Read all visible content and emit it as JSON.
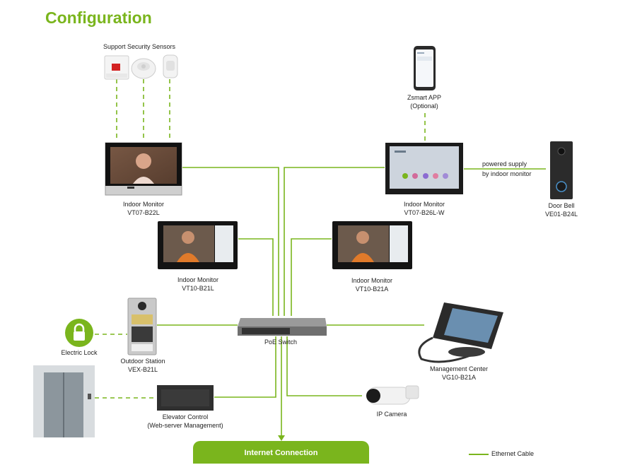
{
  "title": "Configuration",
  "colors": {
    "accent": "#7ab51d",
    "device_dark": "#1b1b1b",
    "device_silver": "#c9c9c9"
  },
  "labels": {
    "sensors": "Support Security Sensors",
    "app_name": "Zsmart APP",
    "app_optional": "(Optional)",
    "monitor_b22l_name": "Indoor Monitor",
    "monitor_b22l_model": "VT07-B22L",
    "monitor_b26l_name": "Indoor Monitor",
    "monitor_b26l_model": "VT07-B26L-W",
    "power_line1": "powered supply",
    "power_line2": "by indoor monitor",
    "doorbell_name": "Door Bell",
    "doorbell_model": "VE01-B24L",
    "monitor_b21l_name": "Indoor Monitor",
    "monitor_b21l_model": "VT10-B21L",
    "monitor_b21a_name": "Indoor Monitor",
    "monitor_b21a_model": "VT10-B21A",
    "electric_lock": "Electric Lock",
    "outdoor_name": "Outdoor Station",
    "outdoor_model": "VEX-B21L",
    "poe_switch": "PoE Switch",
    "mgmt_name": "Management Center",
    "mgmt_model": "VG10-B21A",
    "elevator_name": "Elevator Control",
    "elevator_sub": "(Web-server Management)",
    "ip_camera": "IP Camera",
    "internet": "Internet Connection",
    "legend_ethernet": "Ethernet Cable"
  },
  "icons": [
    "sensor-button-icon",
    "smoke-detector-icon",
    "pir-sensor-icon",
    "smartphone-icon",
    "lock-icon",
    "elevator-icon",
    "camera-icon",
    "switch-icon",
    "doorbell-icon"
  ]
}
